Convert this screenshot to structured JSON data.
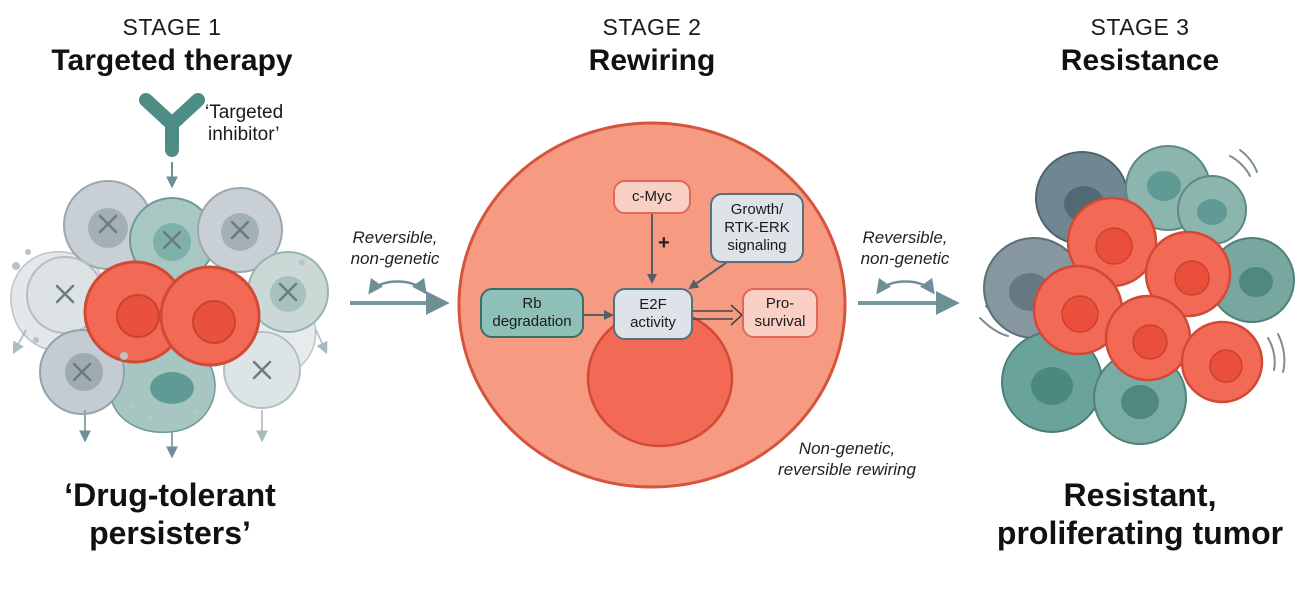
{
  "stages": [
    {
      "label": "STAGE 1",
      "title": "Targeted therapy"
    },
    {
      "label": "STAGE 2",
      "title": "Rewiring"
    },
    {
      "label": "STAGE 3",
      "title": "Resistance"
    }
  ],
  "stage1": {
    "inhibitor_label_line1": "‘Targeted",
    "inhibitor_label_line2": "inhibitor’",
    "caption_line1": "‘Drug-tolerant",
    "caption_line2": "persisters’"
  },
  "transitions": {
    "left_line1": "Reversible,",
    "left_line2": "non-genetic",
    "right_line1": "Reversible,",
    "right_line2": "non-genetic"
  },
  "stage2": {
    "cmyc": "c-Myc",
    "plus": "+",
    "growth_line1": "Growth/",
    "growth_line2": "RTK-ERK",
    "growth_line3": "signaling",
    "rb_line1": "Rb",
    "rb_line2": "degradation",
    "e2f_line1": "E2F",
    "e2f_line2": "activity",
    "pro_line1": "Pro-",
    "pro_line2": "survival",
    "note_line1": "Non-genetic,",
    "note_line2": "reversible rewiring"
  },
  "stage3": {
    "caption_line1": "Resistant,",
    "caption_line2": "proliferating tumor"
  },
  "colors": {
    "salmon": "#f26a55",
    "teal": "#5f9b94",
    "gray": "#a6b2ba",
    "arrow": "#6f8f96"
  },
  "icons": [
    "antibody-icon",
    "cross-mark-icon",
    "curved-double-arrow-icon"
  ]
}
